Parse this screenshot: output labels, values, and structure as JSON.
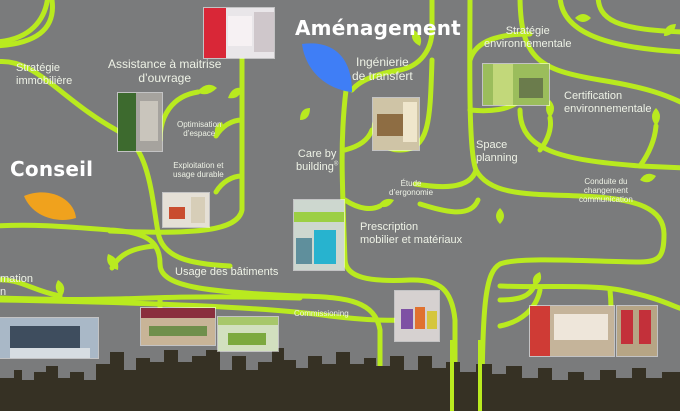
{
  "colors": {
    "background": "#7a7b7c",
    "branch": "#b9ea1f",
    "skyline": "#363124",
    "leaf_blue": "#3f7ef6",
    "leaf_orange": "#f0a21d"
  },
  "headings": {
    "amenagement": "Aménagement",
    "conseil": "Conseil"
  },
  "labels": {
    "strategie_immobiliere": "Stratégie\nimmobilière",
    "assistance": "Assistance à maitrise\nd’ouvrage",
    "optimisation": "Optimisation\nd’espace",
    "exploitation": "Exploitation et\nusage durable",
    "usage": "Usage des bâtiments",
    "commissioning": "Commissioning",
    "formation_partial": "mation\nn",
    "care_text": "Care by\nbuilding",
    "care_mark": "®",
    "ingenierie": "Ingénierie\nde transfert",
    "etude": "Étude\nd’ergonomie",
    "prescription": "Prescription\nmobilier et matériaux",
    "space_planning": "Space\nplanning",
    "strategie_env": "Stratégie\nenvironnementale",
    "certification": "Certification\nenvironnementale",
    "conduite": "Conduite du\nchangement\ncommunication"
  },
  "icons": [
    "leaf-blue-icon",
    "leaf-orange-icon",
    "leaf-icon"
  ]
}
